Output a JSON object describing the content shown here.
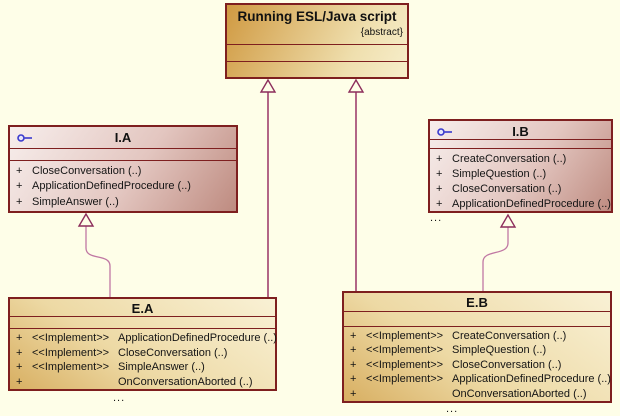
{
  "diagram": {
    "background_color": "#FEFEE8",
    "box_border_color": "#7E1F1F",
    "generalization_line_color": "#993366",
    "realization_line_color": "#C077A3",
    "arrowhead_stroke_color": "#8C2D5B",
    "interface_icon_color": "#3A3ACD",
    "relationships": [
      {
        "from": "E.A",
        "to": "Running ESL/Java script",
        "type": "generalization"
      },
      {
        "from": "E.B",
        "to": "Running ESL/Java script",
        "type": "generalization"
      },
      {
        "from": "E.A",
        "to": "I.A",
        "type": "realization"
      },
      {
        "from": "E.B",
        "to": "I.B",
        "type": "realization"
      }
    ]
  },
  "running_class": {
    "title": "Running ESL/Java script",
    "stereotype": "{abstract}"
  },
  "interface_a": {
    "title": "I.A",
    "methods": [
      {
        "visibility": "+",
        "name": "CloseConversation (..)"
      },
      {
        "visibility": "+",
        "name": "ApplicationDefinedProcedure (..)"
      },
      {
        "visibility": "+",
        "name": "SimpleAnswer (..)"
      }
    ]
  },
  "interface_b": {
    "title": "I.B",
    "methods": [
      {
        "visibility": "+",
        "name": "CreateConversation (..)"
      },
      {
        "visibility": "+",
        "name": "SimpleQuestion (..)"
      },
      {
        "visibility": "+",
        "name": "CloseConversation (..)"
      },
      {
        "visibility": "+",
        "name": "ApplicationDefinedProcedure (..)"
      }
    ],
    "more": "..."
  },
  "class_ea": {
    "title": "E.A",
    "methods": [
      {
        "visibility": "+",
        "stereotype": "<<Implement>>",
        "name": "ApplicationDefinedProcedure (..)"
      },
      {
        "visibility": "+",
        "stereotype": "<<Implement>>",
        "name": "CloseConversation (..)"
      },
      {
        "visibility": "+",
        "stereotype": "<<Implement>>",
        "name": "SimpleAnswer (..)"
      },
      {
        "visibility": "+",
        "stereotype": "",
        "name": "OnConversationAborted (..)"
      }
    ],
    "more": "..."
  },
  "class_eb": {
    "title": "E.B",
    "methods": [
      {
        "visibility": "+",
        "stereotype": "<<Implement>>",
        "name": "CreateConversation (..)"
      },
      {
        "visibility": "+",
        "stereotype": "<<Implement>>",
        "name": "SimpleQuestion (..)"
      },
      {
        "visibility": "+",
        "stereotype": "<<Implement>>",
        "name": "CloseConversation (..)"
      },
      {
        "visibility": "+",
        "stereotype": "<<Implement>>",
        "name": "ApplicationDefinedProcedure (..)"
      },
      {
        "visibility": "+",
        "stereotype": "",
        "name": "OnConversationAborted (..)"
      }
    ],
    "more": "..."
  }
}
